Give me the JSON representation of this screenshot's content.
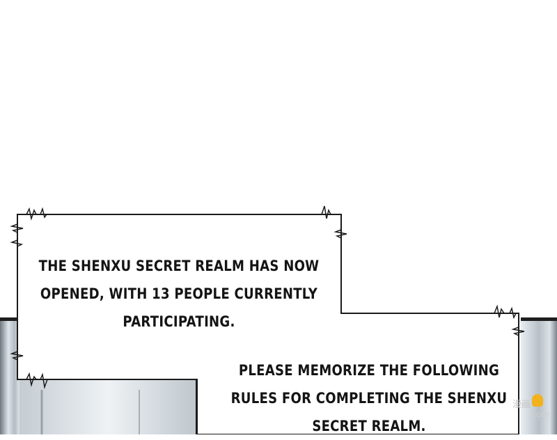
{
  "panel": {
    "caption_1": [
      "THE SHENXU SECRET REALM HAS NOW",
      "OPENED, WITH 13 PEOPLE CURRENTLY",
      "PARTICIPATING."
    ],
    "caption_2": [
      "PLEASE MEMORIZE THE FOLLOWING",
      "RULES FOR COMPLETING THE SHENXU",
      "SECRET REALM."
    ]
  },
  "watermark": {
    "icon": "thumbs-up-icon",
    "text": "漫画",
    "sub": ".com"
  },
  "colors": {
    "background": "#ffffff",
    "frame_fill": "#ffffff",
    "frame_stroke": "#1a1a1a",
    "metal_dark": "#8f979e",
    "metal_light": "#eef2f5",
    "text": "#141414"
  }
}
